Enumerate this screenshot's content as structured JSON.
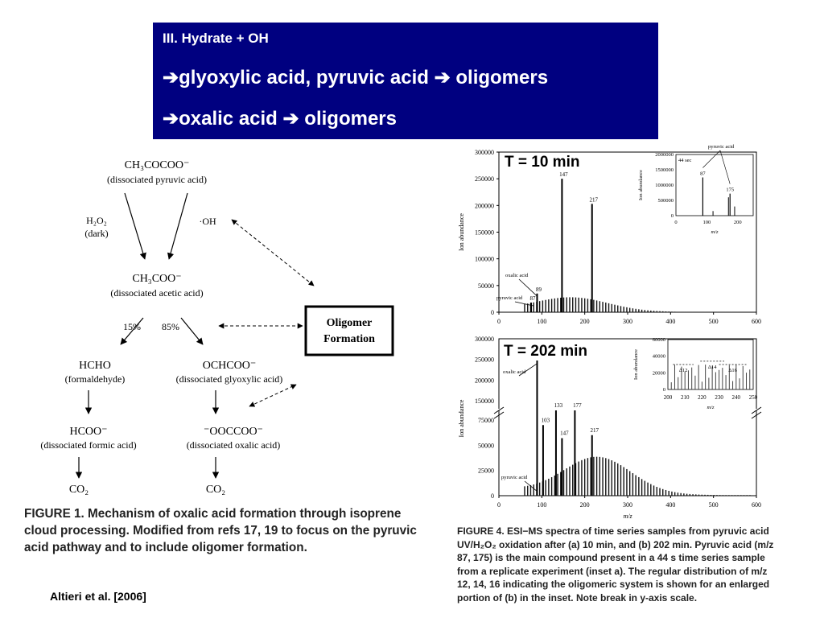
{
  "banner": {
    "line1": "III.  Hydrate + OH",
    "line2": "➔glyoxylic acid, pyruvic acid ➔ oligomers",
    "line3": "➔oxalic acid ➔ oligomers"
  },
  "scheme": {
    "pyruvate": {
      "formula": "CH₃COCOO⁻",
      "name": "(dissociated pyruvic acid)"
    },
    "h2o2": {
      "formula": "H₂O₂",
      "note": "(dark)"
    },
    "oh": "·OH",
    "acetate": {
      "formula": "CH₃COO⁻",
      "name": "(dissociated acetic acid)"
    },
    "branch_left": "15%",
    "branch_right": "85%",
    "oligomer_box": [
      "Oligomer",
      "Formation"
    ],
    "hcho": {
      "formula": "HCHO",
      "name": "(formaldehyde)"
    },
    "glyoxylate": {
      "formula": "OCHCOO⁻",
      "name": "(dissociated glyoxylic acid)"
    },
    "formate": {
      "formula": "HCOO⁻",
      "name": "(dissociated formic acid)"
    },
    "oxalate": {
      "formula": "⁻OOCCOO⁻",
      "name": "(dissociated oxalic acid)"
    },
    "co2_left": "CO₂",
    "co2_right": "CO₂"
  },
  "figure1_caption": "FIGURE 1.  Mechanism of oxalic acid formation through isoprene cloud processing. Modified from refs 17, 19 to focus on the pyruvic acid pathway and to include oligomer formation.",
  "figure4_caption": "FIGURE 4.  ESI−MS spectra of time series samples from pyruvic acid UV/H₂O₂ oxidation after (a) 10 min, and (b) 202 min. Pyruvic acid (m/z 87, 175) is the main compound present in a 44 s time series sample from a replicate experiment (inset a). The regular distribution of m/z 12, 14, 16 indicating the oligomeric system is shown for an enlarged portion of (b) in the inset. Note break in y-axis scale.",
  "citation": "Altieri et al. [2006]",
  "overlay_a": "T = 10 min",
  "overlay_b": "T = 202 min",
  "chart_data": [
    {
      "type": "bar",
      "panel": "(a) 10 min",
      "xlabel": "",
      "ylabel": "Ion abundance",
      "xlim": [
        0,
        600
      ],
      "ylim": [
        0,
        300000
      ],
      "xticks": [
        0,
        100,
        200,
        300,
        400,
        500,
        600
      ],
      "yticks": [
        0,
        50000,
        100000,
        150000,
        200000,
        250000,
        300000
      ],
      "peaks": [
        {
          "mz": 75,
          "value": 18000,
          "label": "87"
        },
        {
          "mz": 89,
          "value": 35000,
          "label": "89"
        },
        {
          "mz": 147,
          "value": 250000,
          "label": "147"
        },
        {
          "mz": 217,
          "value": 203000,
          "label": "217"
        }
      ],
      "annotations": [
        "oxalic acid",
        "pyruvic acid"
      ],
      "inset": {
        "xlabel": "m/z",
        "ylabel": "Ion abundance",
        "label": "44 sec",
        "xlim": [
          0,
          250
        ],
        "ylim": [
          0,
          2000000
        ],
        "xticks": [
          0,
          100,
          200
        ],
        "yticks": [
          0,
          500000,
          1000000,
          1500000,
          2000000
        ],
        "annotation": "pyruvic acid",
        "peaks": [
          {
            "mz": 87,
            "value": 1250000,
            "label": "87"
          },
          {
            "mz": 175,
            "value": 720000,
            "label": "175"
          }
        ]
      }
    },
    {
      "type": "bar",
      "panel": "(b) 202 min",
      "xlabel": "m/z",
      "ylabel": "Ion abundance",
      "xlim": [
        0,
        600
      ],
      "ylim_lower": [
        0,
        75000
      ],
      "ylim_upper": [
        150000,
        300000
      ],
      "xticks": [
        0,
        100,
        200,
        300,
        400,
        500,
        600
      ],
      "yticks_lower": [
        0,
        25000,
        50000,
        75000
      ],
      "yticks_upper": [
        150000,
        200000,
        250000,
        300000
      ],
      "peaks": [
        {
          "mz": 89,
          "value": 255000,
          "label": "89"
        },
        {
          "mz": 103,
          "value": 70000,
          "label": "103"
        },
        {
          "mz": 133,
          "value": 140000,
          "label": "133"
        },
        {
          "mz": 147,
          "value": 57000,
          "label": "147"
        },
        {
          "mz": 177,
          "value": 138000,
          "label": "177"
        },
        {
          "mz": 217,
          "value": 60000,
          "label": "217"
        }
      ],
      "annotations": [
        "oxalic acid",
        "pyruvic acid"
      ],
      "inset": {
        "xlabel": "m/z",
        "ylabel": "Ion abundance",
        "xlim": [
          200,
          250
        ],
        "ylim": [
          0,
          60000
        ],
        "xticks": [
          200,
          210,
          220,
          230,
          240,
          250
        ],
        "yticks": [
          0,
          20000,
          40000,
          60000
        ],
        "deltas": [
          "Δ12",
          "Δ14",
          "Δ16"
        ]
      }
    }
  ]
}
